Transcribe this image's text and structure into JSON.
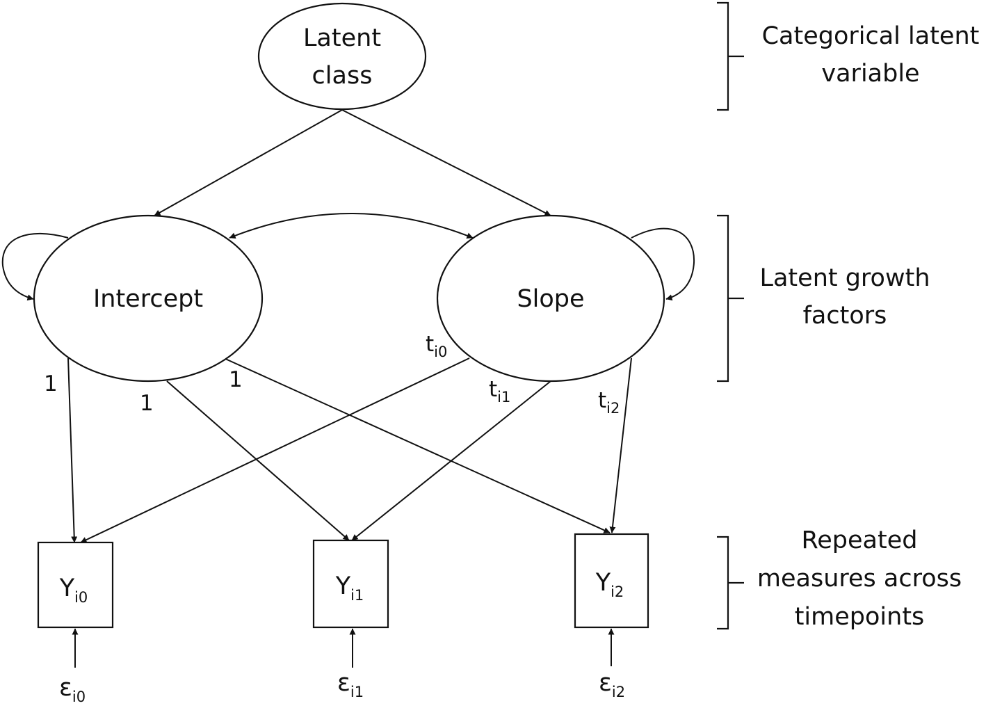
{
  "nodes": {
    "latent_class": {
      "lines": [
        "Latent",
        "class"
      ]
    },
    "intercept": {
      "label": "Intercept"
    },
    "slope": {
      "label": "Slope"
    },
    "y0": {
      "base": "Y",
      "sub": "i0"
    },
    "y1": {
      "base": "Y",
      "sub": "i1"
    },
    "y2": {
      "base": "Y",
      "sub": "i2"
    }
  },
  "errors": [
    {
      "base": "ε",
      "sub": "i0"
    },
    {
      "base": "ε",
      "sub": "i1"
    },
    {
      "base": "ε",
      "sub": "i2"
    }
  ],
  "loadings": {
    "intercept": [
      "1",
      "1",
      "1"
    ],
    "slope": [
      {
        "base": "t",
        "sub": "i0"
      },
      {
        "base": "t",
        "sub": "i1"
      },
      {
        "base": "t",
        "sub": "i2"
      }
    ]
  },
  "groups": {
    "categorical": [
      "Categorical latent",
      "variable"
    ],
    "growth": [
      "Latent growth",
      "factors"
    ],
    "repeated": [
      "Repeated",
      "measures across",
      "timepoints"
    ]
  },
  "colors": {
    "stroke": "#111111",
    "background": "#ffffff"
  }
}
